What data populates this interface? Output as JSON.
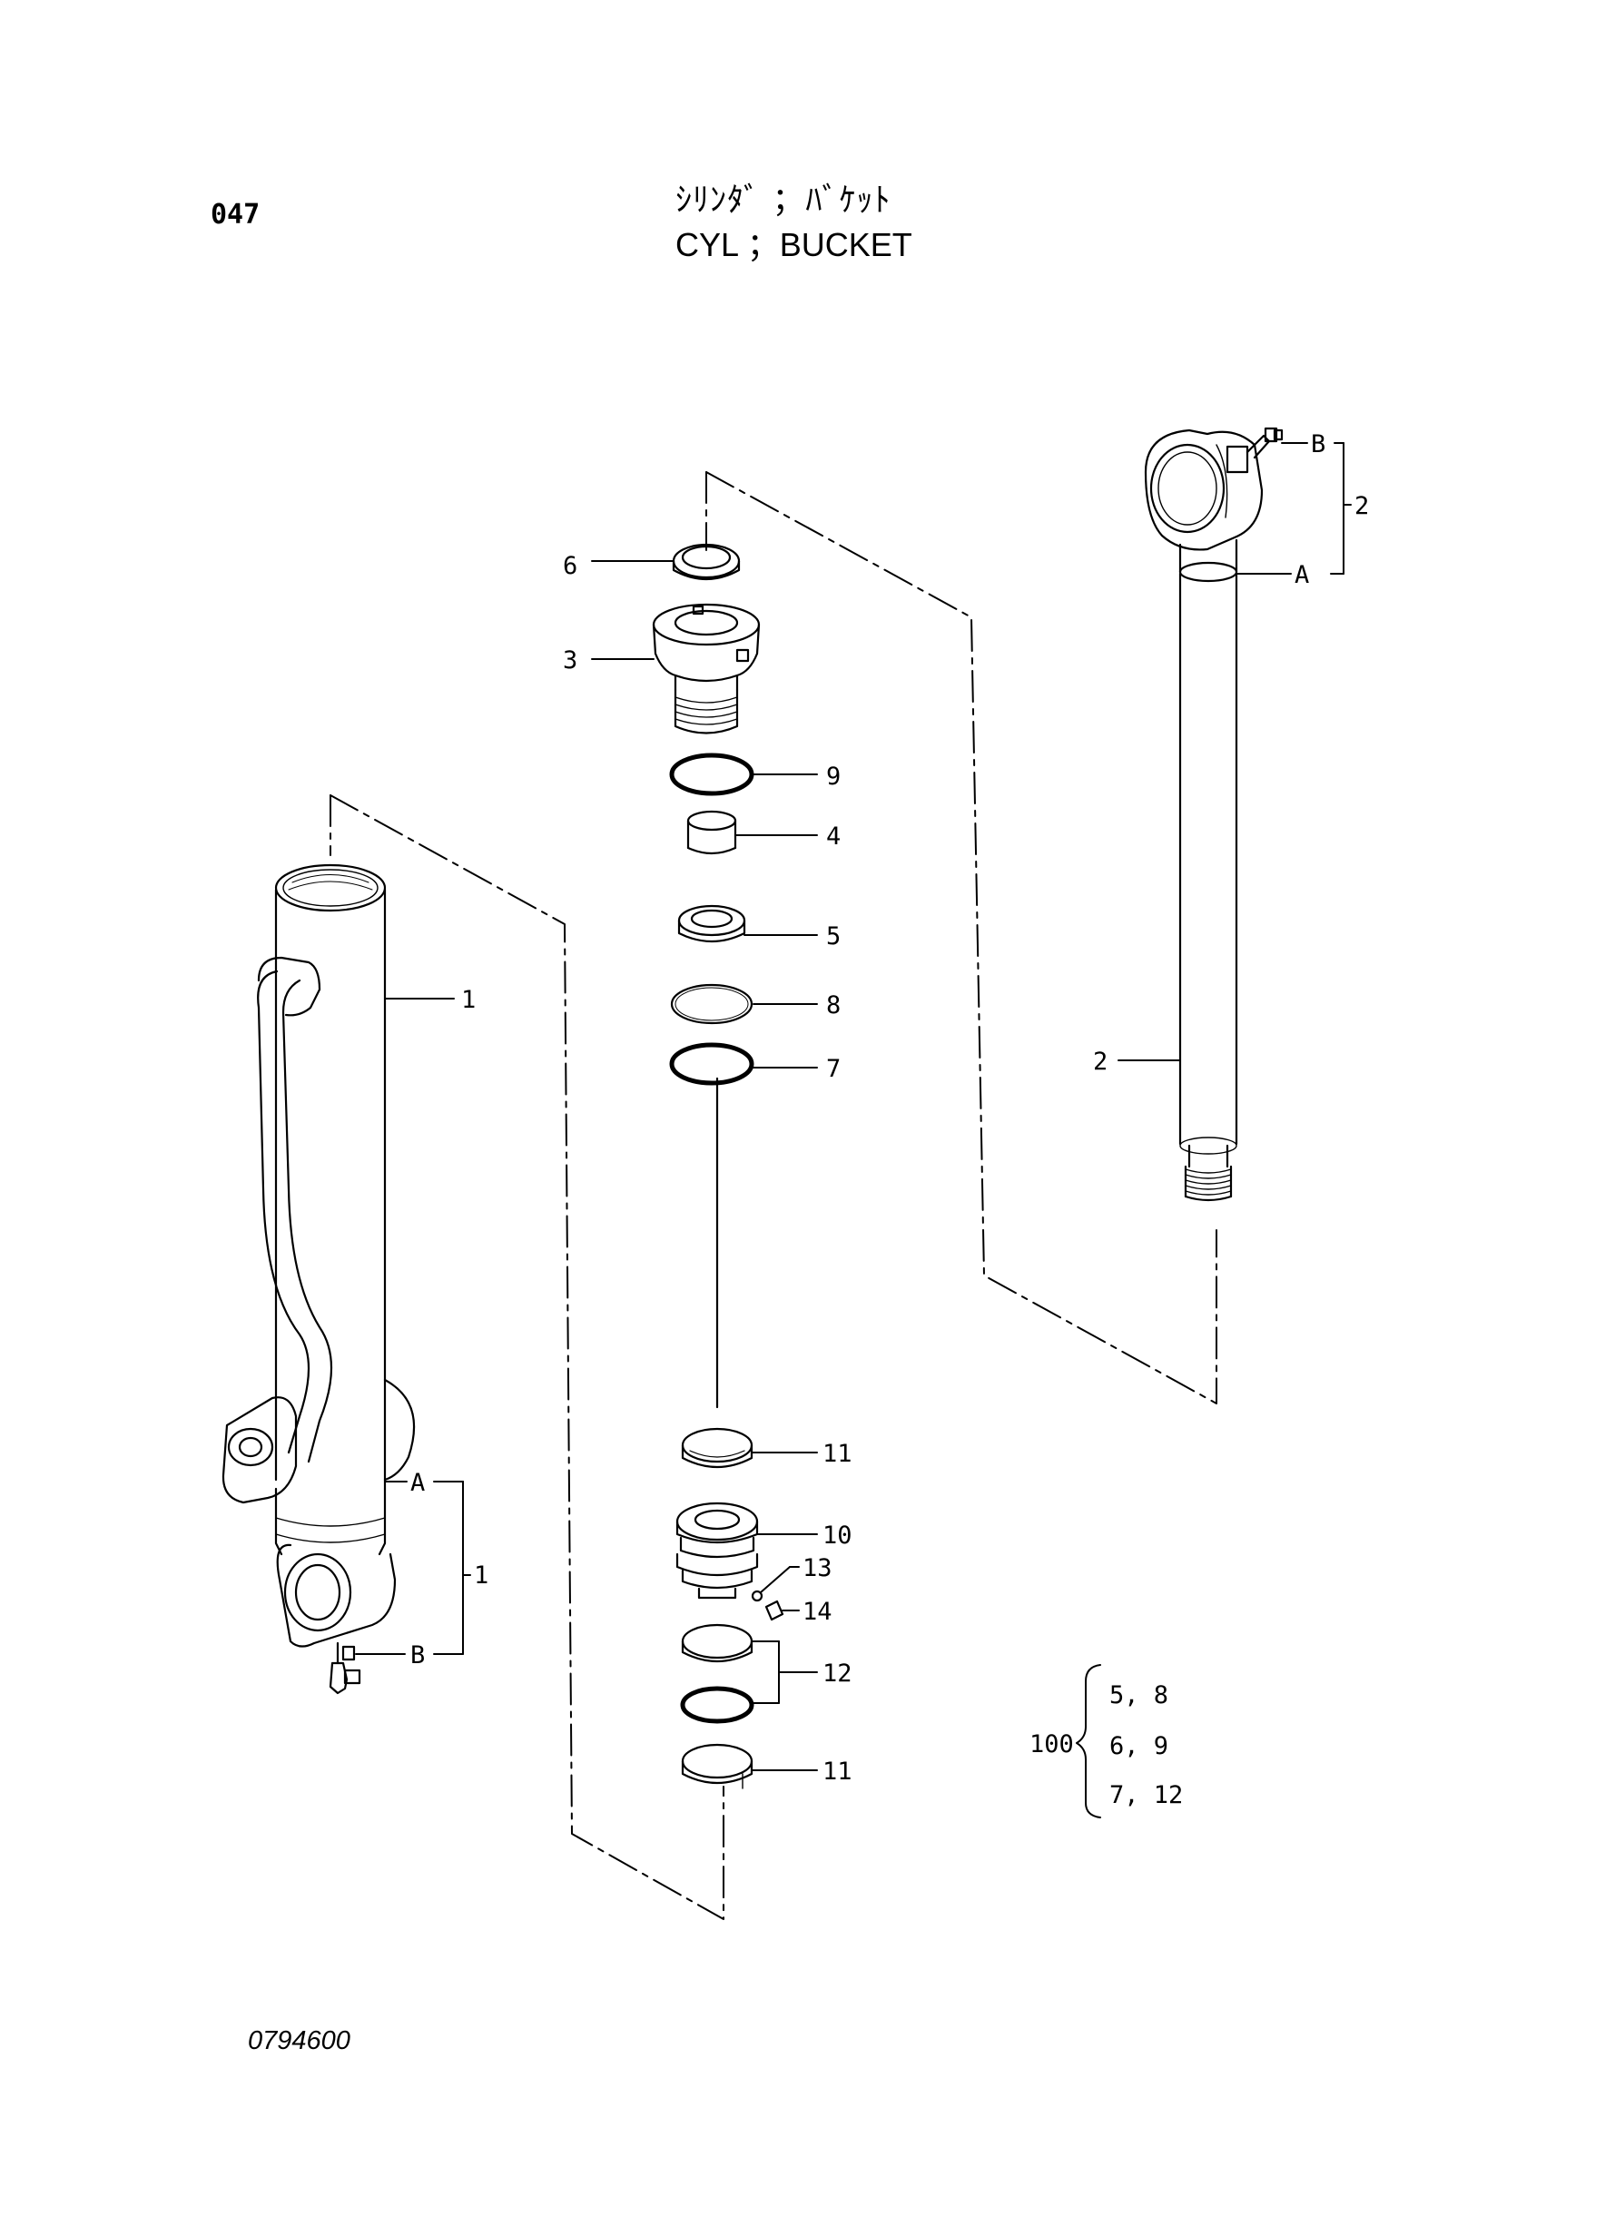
{
  "page": {
    "page_number": "047",
    "title_jp": "ｼﾘﾝﾀﾞ ；ﾊﾞｹｯﾄ",
    "title_en": "CYL ；BUCKET",
    "drawing_number": "0794600"
  },
  "callouts": {
    "p1": "1",
    "p2": "2",
    "p3": "3",
    "p4": "4",
    "p5": "5",
    "p6": "6",
    "p7": "7",
    "p8": "8",
    "p9": "9",
    "p10": "10",
    "p11a": "11",
    "p11b": "11",
    "p12": "12",
    "p13": "13",
    "p14": "14",
    "tube_group": "1",
    "rod_group": "2",
    "tube_a": "A",
    "tube_b": "B",
    "rod_a": "A",
    "rod_b": "B"
  },
  "seal_kit": {
    "number": "100",
    "rows": [
      "5, 8",
      "6, 9",
      "7, 12"
    ]
  }
}
